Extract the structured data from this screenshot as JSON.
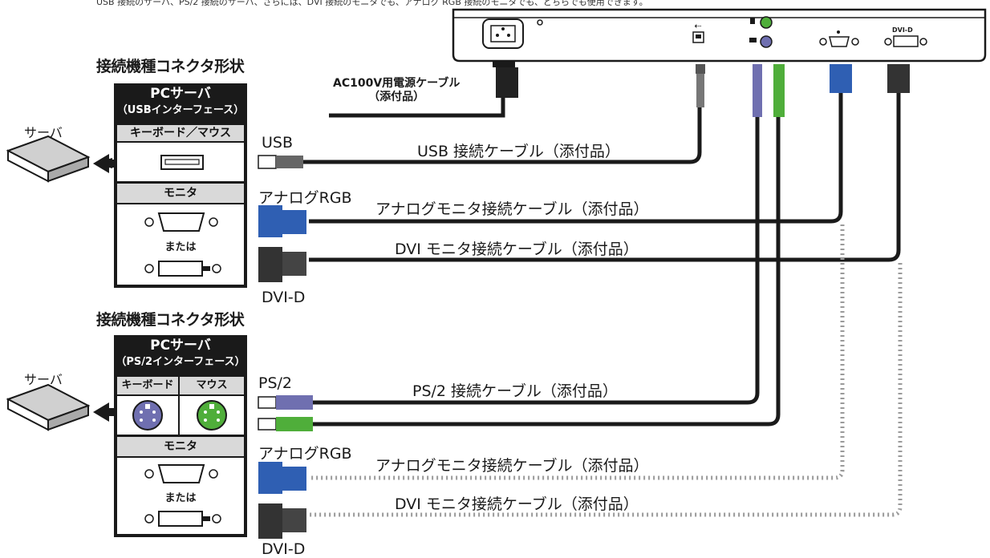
{
  "top_note": "USB 接続のサーバ、PS/2 接続のサーバ、さらには、DVI 接続のモニタでも、アナログ RGB 接続のモニタでも、どちらでも使用できます。",
  "power_cable": {
    "line1": "AC100V用電源ケーブル",
    "line2": "（添付品）"
  },
  "kvm_ports": {
    "dvi": "DVI-D"
  },
  "usb_group": {
    "section_title": "接続機種コネクタ形状",
    "panel_title_1": "PCサーバ",
    "panel_title_2": "（USBインターフェース）",
    "keyboard_mouse": "キーボード／マウス",
    "monitor": "モニタ",
    "or": "または",
    "server_label": "サーバ",
    "usb_label": "USB",
    "usb_cable": "USB 接続ケーブル（添付品）",
    "analog_label": "アナログRGB",
    "analog_cable": "アナログモニタ接続ケーブル（添付品）",
    "dvi_cable": "DVI モニタ接続ケーブル（添付品）",
    "dvi_label": "DVI-D"
  },
  "ps2_group": {
    "section_title": "接続機種コネクタ形状",
    "panel_title_1": "PCサーバ",
    "panel_title_2": "（PS/2インターフェース）",
    "keyboard": "キーボード",
    "mouse": "マウス",
    "monitor": "モニタ",
    "or": "または",
    "server_label": "サーバ",
    "ps2_label": "PS/2",
    "ps2_cable": "PS/2 接続ケーブル（添付品）",
    "analog_label": "アナログRGB",
    "analog_cable": "アナログモニタ接続ケーブル（添付品）",
    "dvi_cable": "DVI モニタ接続ケーブル（添付品）",
    "dvi_label": "DVI-D"
  },
  "colors": {
    "cable": "#1a1a1a",
    "dotted": "#9a9a9a",
    "vga_blue": "#2f5fb3",
    "ps2_purple": "#6f6fb0",
    "ps2_green": "#4fae3a",
    "panel_dark": "#1a1a1a",
    "panel_bar": "#d9d9d9"
  }
}
